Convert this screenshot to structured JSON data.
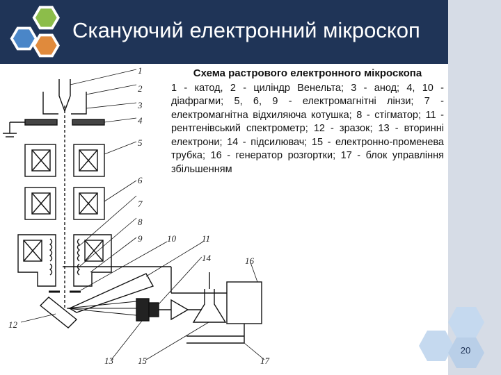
{
  "slide": {
    "title": "Скануючий електронний мікроскоп",
    "page_number": "20"
  },
  "caption": {
    "heading": "Схема растрового електронного мікроскопа",
    "body": "1 - катод, 2 - циліндр Венельта; 3 - анод; 4, 10 - діафрагми; 5, 6, 9 - електромагнітні лінзи; 7 - електромагнітна відхиляюча котушка; 8 - стігматор; 11 - рентгенівський спектрометр; 12 - зразок; 13 - вторинні електрони; 14 - підсилювач; 15 - електронно-променева трубка; 16 - генератор розгортки; 17 - блок управління збільшенням"
  },
  "diagram_labels": {
    "l1": "1",
    "l2": "2",
    "l3": "3",
    "l4": "4",
    "l5": "5",
    "l6": "6",
    "l7": "7",
    "l8": "8",
    "l9": "9",
    "l10": "10",
    "l11": "11",
    "l12": "12",
    "l13": "13",
    "l14": "14",
    "l15": "15",
    "l16": "16",
    "l17": "17"
  },
  "colors": {
    "title_bg": "#1f3457",
    "side_strip": "#d6dce6",
    "hex_blue": "#4a86c8",
    "hex_green": "#8cbd4a",
    "hex_orange": "#e08a3c",
    "hex_light": "#c5d9ef"
  }
}
